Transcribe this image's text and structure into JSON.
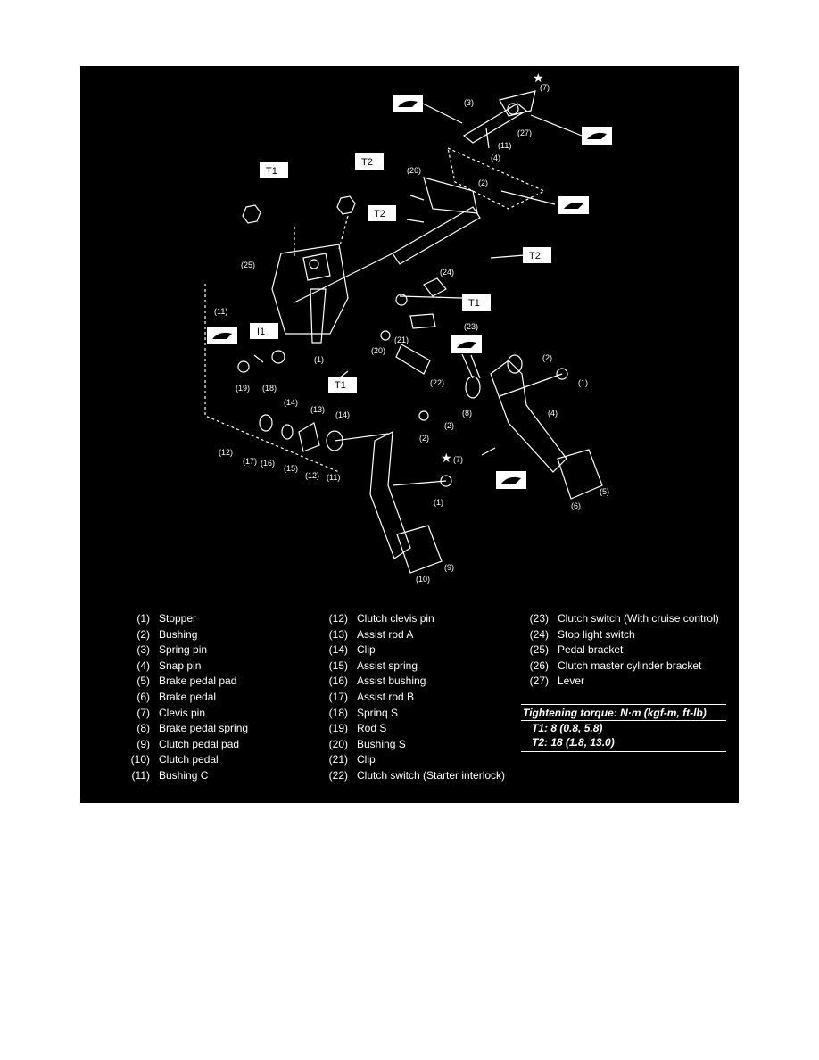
{
  "callouts": {
    "c1": "(1)",
    "c2": "(2)",
    "c3": "(3)",
    "c4": "(4)",
    "c5": "(5)",
    "c6": "(6)",
    "c7": "(7)",
    "c8": "(8)",
    "c9": "(9)",
    "c10": "(10)",
    "c11": "(11)",
    "c12": "(12)",
    "c13": "(13)",
    "c14": "(14)",
    "c15": "(15)",
    "c16": "(16)",
    "c17": "(17)",
    "c18": "(18)",
    "c19": "(19)",
    "c20": "(20)",
    "c21": "(21)",
    "c22": "(22)",
    "c23": "(23)",
    "c24": "(24)",
    "c25": "(25)",
    "c26": "(26)",
    "c27": "(27)",
    "t1": "T1",
    "t2": "T2",
    "t1_alt": "I1"
  },
  "legend": [
    {
      "num": "(1)",
      "name": "Stopper"
    },
    {
      "num": "(2)",
      "name": "Bushing"
    },
    {
      "num": "(3)",
      "name": "Spring pin"
    },
    {
      "num": "(4)",
      "name": "Snap pin"
    },
    {
      "num": "(5)",
      "name": "Brake pedal pad"
    },
    {
      "num": "(6)",
      "name": "Brake pedal"
    },
    {
      "num": "(7)",
      "name": "Clevis pin"
    },
    {
      "num": "(8)",
      "name": "Brake pedal spring"
    },
    {
      "num": "(9)",
      "name": "Clutch pedal pad"
    },
    {
      "num": "(10)",
      "name": "Clutch pedal"
    },
    {
      "num": "(11)",
      "name": "Bushing C"
    },
    {
      "num": "(12)",
      "name": "Clutch clevis pin"
    },
    {
      "num": "(13)",
      "name": "Assist rod A"
    },
    {
      "num": "(14)",
      "name": "Clip"
    },
    {
      "num": "(15)",
      "name": "Assist spring"
    },
    {
      "num": "(16)",
      "name": "Assist bushing"
    },
    {
      "num": "(17)",
      "name": "Assist rod B"
    },
    {
      "num": "(18)",
      "name": "Sprinq S"
    },
    {
      "num": "(19)",
      "name": "Rod S"
    },
    {
      "num": "(20)",
      "name": "Bushing S"
    },
    {
      "num": "(21)",
      "name": "Clip"
    },
    {
      "num": "(22)",
      "name": "Clutch switch (Starter interlock)"
    },
    {
      "num": "(23)",
      "name": "Clutch switch (With cruise control)"
    },
    {
      "num": "(24)",
      "name": "Stop light switch"
    },
    {
      "num": "(25)",
      "name": "Pedal bracket"
    },
    {
      "num": "(26)",
      "name": "Clutch master cylinder bracket"
    },
    {
      "num": "(27)",
      "name": "Lever"
    }
  ],
  "torque": {
    "title": "Tightening torque: N·m (kgf-m, ft-lb)",
    "t1": "T1:   8 (0.8, 5.8)",
    "t2": "T2:   18 (1.8, 13.0)"
  }
}
